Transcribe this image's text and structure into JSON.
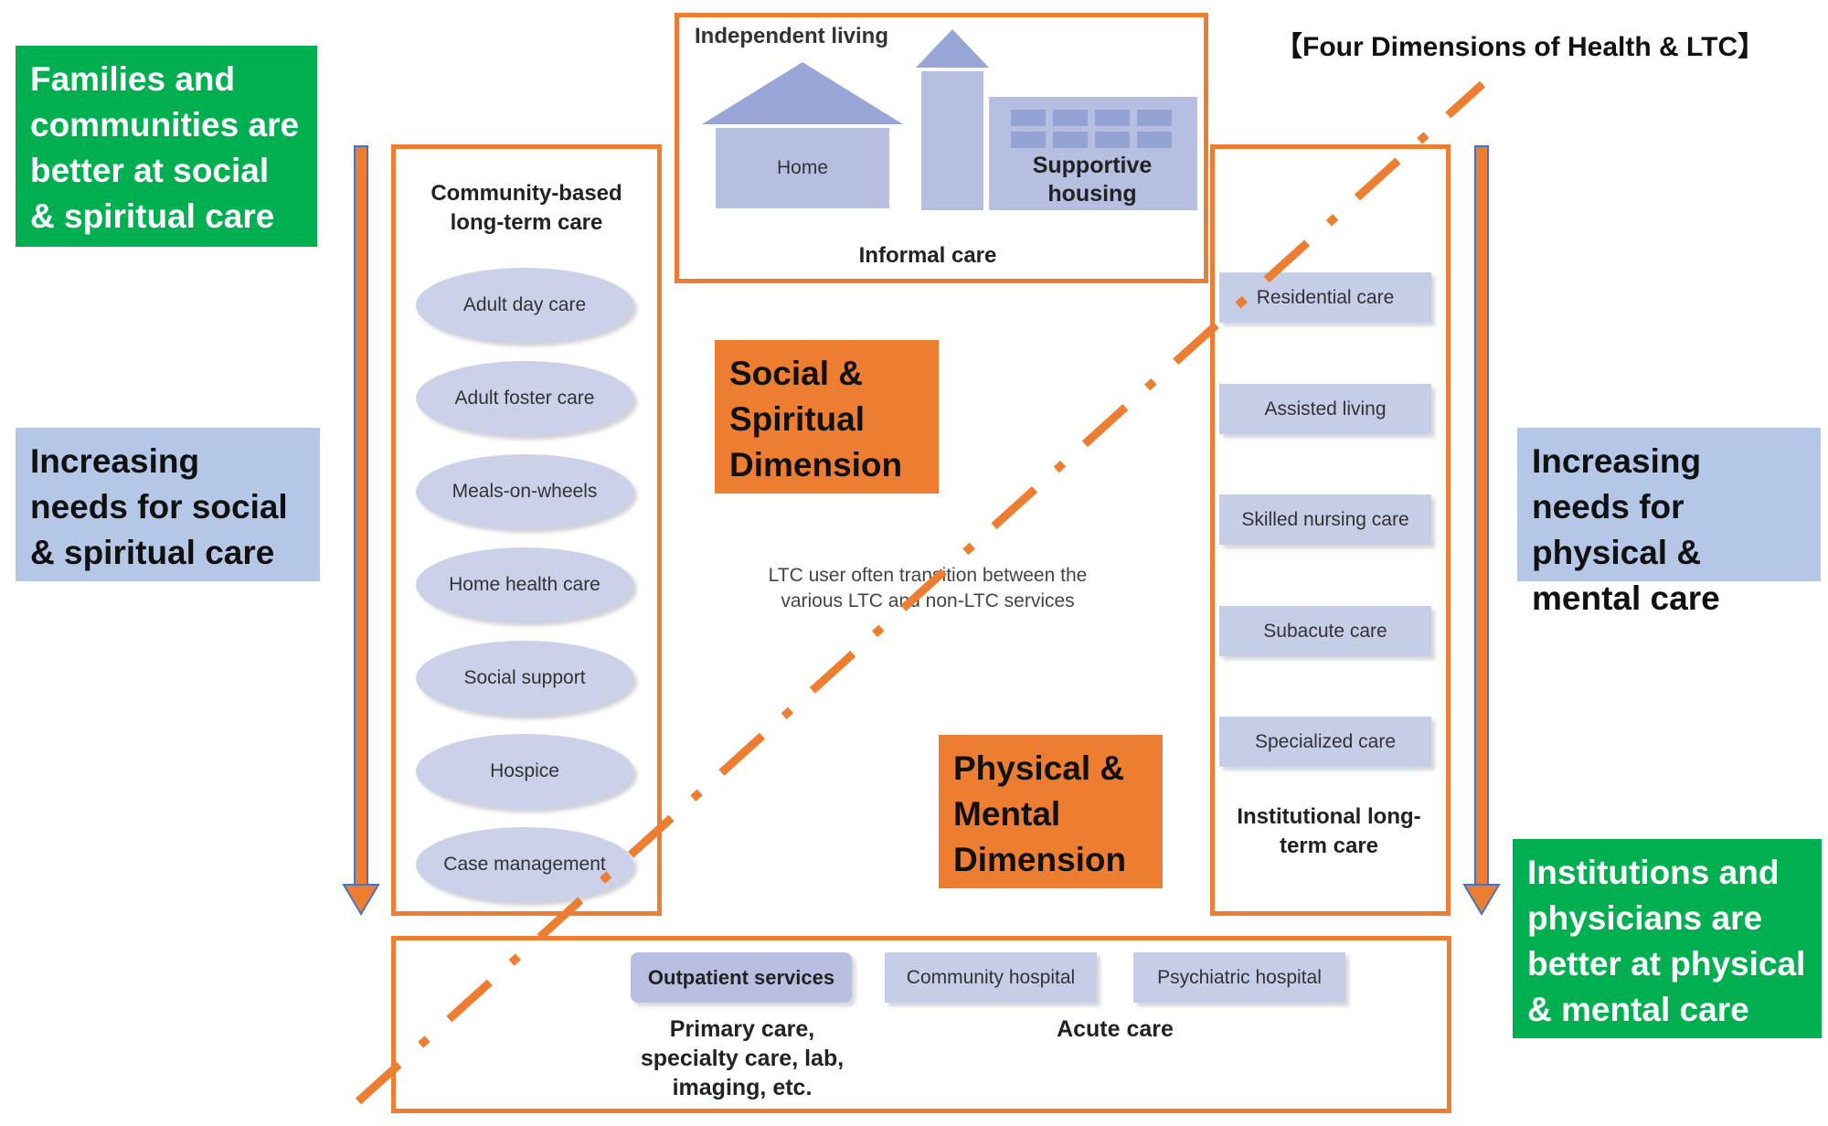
{
  "title": "【Four Dimensions of Health & LTC】",
  "labels": {
    "families": "Families and communities are better at social & spiritual care",
    "social_needs": "Increasing needs for social & spiritual care",
    "physical_needs": "Increasing needs for physical & mental care",
    "institutions": "Institutions and physicians are better at physical & mental care",
    "social_dimension": "Social & Spiritual Dimension",
    "physical_dimension": "Physical & Mental Dimension"
  },
  "independent": {
    "title": "Independent living",
    "home": "Home",
    "supportive": "Supportive housing",
    "informal": "Informal care"
  },
  "community": {
    "heading": "Community-based long-term care",
    "items": [
      "Adult day care",
      "Adult foster care",
      "Meals-on-wheels",
      "Home health care",
      "Social support",
      "Hospice",
      "Case management"
    ]
  },
  "institutional": {
    "heading": "Institutional long-term care",
    "items": [
      "Residential care",
      "Assisted living",
      "Skilled nursing care",
      "Subacute care",
      "Specialized care"
    ]
  },
  "center_note": "LTC user often transition between the various LTC and non-LTC services",
  "bottom": {
    "outpatient": "Outpatient services",
    "community_hospital": "Community hospital",
    "psychiatric_hospital": "Psychiatric hospital",
    "primary_care": "Primary care, specialty care, lab, imaging, etc.",
    "acute_care": "Acute care"
  },
  "colors": {
    "orange": "#ed7d31",
    "green": "#00b050",
    "blue_label": "#b4c7e7",
    "item_fill": "#ccd1ea"
  }
}
